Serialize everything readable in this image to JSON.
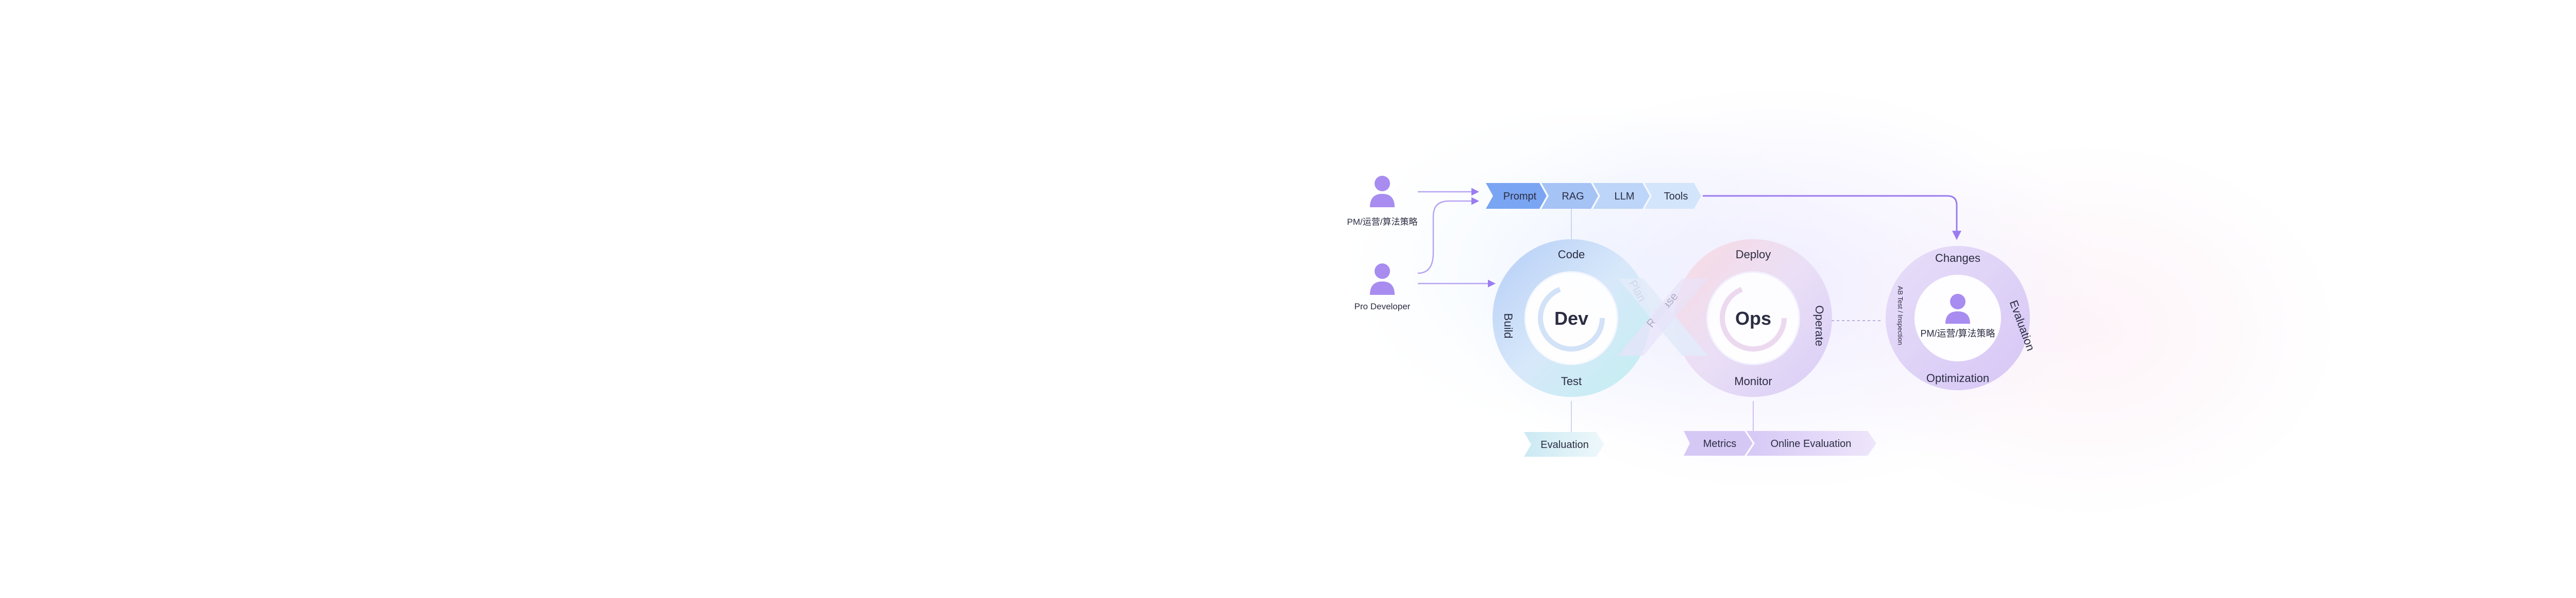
{
  "users": {
    "top_label": "PM/运营/算法策略",
    "bottom_label": "Pro Developer"
  },
  "pipeline": {
    "items": [
      "Prompt",
      "RAG",
      "LLM",
      "Tools"
    ]
  },
  "dev_loop": {
    "center": "Dev",
    "code": "Code",
    "build": "Build",
    "test": "Test",
    "plan": "Plan"
  },
  "ops_loop": {
    "center": "Ops",
    "deploy": "Deploy",
    "operate": "Operate",
    "monitor": "Monitor",
    "release": "Release"
  },
  "eval_cycle": {
    "changes": "Changes",
    "evaluation": "Evaluation",
    "optimization": "Optimization",
    "ab_test": "AB Test / Inspection",
    "center_label": "PM/运营/算法策略"
  },
  "outputs": {
    "evaluation": "Evaluation",
    "metrics": "Metrics",
    "online_evaluation": "Online Evaluation"
  },
  "colors": {
    "accent": "#9b7cf0",
    "user": "#a88cf0",
    "pipeline_dark": "#6f9ff0",
    "pipeline_light": "#cfe3fa",
    "text": "#2b2d42"
  }
}
